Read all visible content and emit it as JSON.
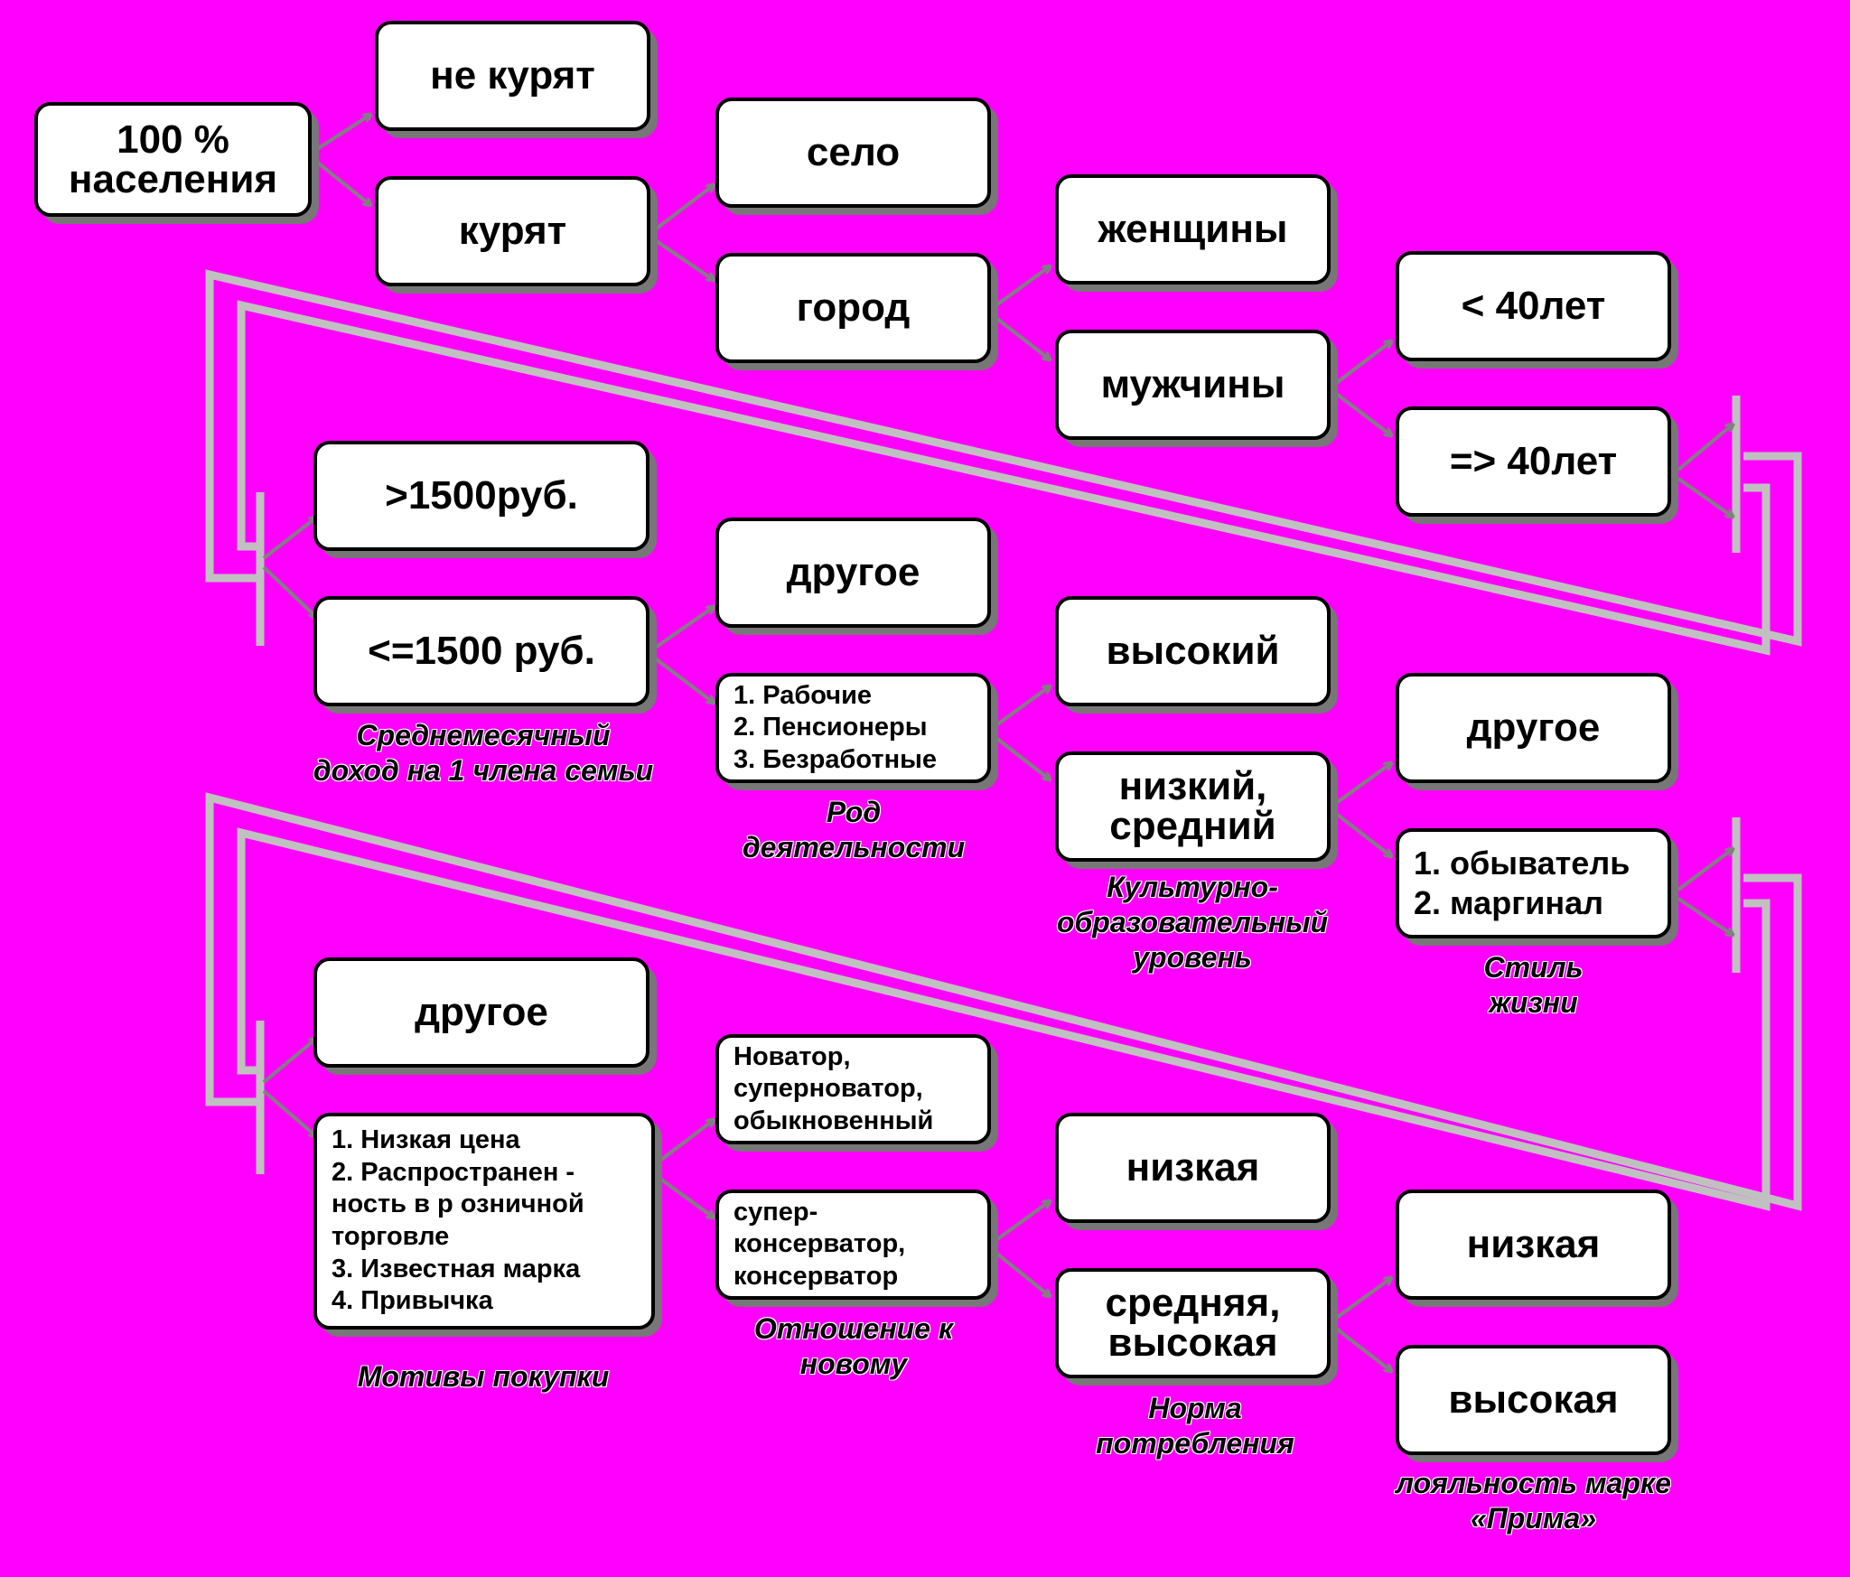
{
  "colors": {
    "background": "#ff00ff",
    "box": "#ffffff",
    "arrow": "#808080",
    "connector": "#c0c0c0"
  },
  "nodes": {
    "population": "100 %\nнаселения",
    "non_smokers": "не курят",
    "smokers": "курят",
    "village": "село",
    "city": "город",
    "women": "женщины",
    "men": "мужчины",
    "under_40": "< 40лет",
    "over_40": "=> 40лет",
    "income_high": ">1500руб.",
    "income_low": "<=1500 руб.",
    "occupation_other": "другое",
    "occupation_list": "1. Рабочие\n2. Пенсионеры\n3. Безработные",
    "education_high": "высокий",
    "education_low_mid": "низкий,\nсредний",
    "lifestyle_other": "другое",
    "lifestyle_list": "1. обыватель\n2. маргинал",
    "motives_other": "другое",
    "motives_list": "1. Низкая цена\n2. Распространен -\n    ность в р озничной\n    торговле\n3. Известная марка\n4. Привычка",
    "innovator": "Новатор,\nсуперноватор,\nобыкновенный",
    "conservative": "супер-\nконсерватор,\nконсерватор",
    "consumption_low": "низкая",
    "consumption_mid_high": "средняя,\nвысокая",
    "loyalty_low": "низкая",
    "loyalty_high": "высокая"
  },
  "captions": {
    "income": "Среднемесячный\nдоход на 1 члена семьи",
    "occupation": "Род\nдеятельности",
    "education": "Культурно-\nобразовательный\nуровень",
    "lifestyle": "Стиль\nжизни",
    "motives": "Мотивы покупки",
    "attitude": "Отношение к\nновому",
    "consumption": "Норма\nпотребления",
    "loyalty": "лояльность марке\n«Прима»"
  }
}
